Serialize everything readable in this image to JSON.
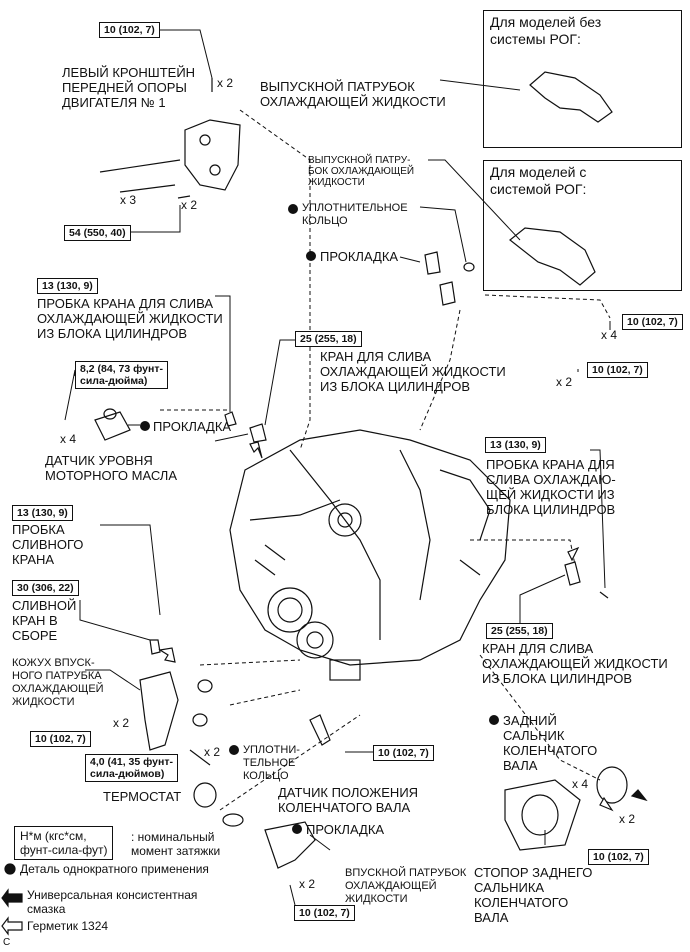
{
  "panels": {
    "without_egr": "Для моделей без\nсистемы РОГ:",
    "with_egr": "Для моделей с\nсистемой РОГ:"
  },
  "labels": {
    "left_bracket": "ЛЕВЫЙ КРОНШТЕЙН\nПЕРЕДНЕЙ ОПОРЫ\nДВИГАТЕЛЯ № 1",
    "outlet_main": "ВЫПУСКНОЙ ПАТРУБОК\nОХЛАЖДАЮЩЕЙ ЖИДКОСТИ",
    "outlet_small": "ВЫПУСКНОЙ ПАТРУ-\nБОК ОХЛАЖДАЮЩЕЙ\nЖИДКОСТИ",
    "o_ring_top": "УПЛОТНИТЕЛЬНОЕ\nКОЛЬЦО",
    "gasket_top": "ПРОКЛАДКА",
    "drain_plug_left": "ПРОБКА КРАНА ДЛЯ СЛИВА\nОХЛАЖДАЮЩЕЙ ЖИДКОСТИ\nИЗ БЛОКА ЦИЛИНДРОВ",
    "drain_cock_center": "КРАН ДЛЯ СЛИВА\nОХЛАЖДАЮЩЕЙ ЖИДКОСТИ\nИЗ БЛОКА ЦИЛИНДРОВ",
    "gasket_oil": "ПРОКЛАДКА",
    "oil_sensor": "ДАТЧИК УРОВНЯ\nМОТОРНОГО МАСЛА",
    "drain_plug_right": "ПРОБКА КРАНА ДЛЯ\nСЛИВА ОХЛАЖДАЮ-\nЩЕЙ ЖИДКОСТИ ИЗ\nБЛОКА ЦИЛИНДРОВ",
    "drain_cock_plug": "ПРОБКА\nСЛИВНОГО\nКРАНА",
    "drain_cock_assy": "СЛИВНОЙ\nКРАН В\nСБОРЕ",
    "drain_cock_right": "КРАН ДЛЯ СЛИВА\nОХЛАЖДАЮЩЕЙ ЖИДКОСТИ\nИЗ БЛОКА ЦИЛИНДРОВ",
    "inlet_housing": "КОЖУХ ВПУСК-\nНОГО ПАТРУБКА\nОХЛАЖДАЮЩЕЙ\nЖИДКОСТИ",
    "o_ring_low": "УПЛОТНИ-\nТЕЛЬНОЕ\nКОЛЬЦО",
    "thermostat": "ТЕРМОСТАТ",
    "crank_sensor": "ДАТЧИК ПОЛОЖЕНИЯ\nКОЛЕНЧАТОГО ВАЛА",
    "rear_seal": "ЗАДНИЙ\nСАЛЬНИК\nКОЛЕНЧАТОГО\nВАЛА",
    "gasket_bottom": "ПРОКЛАДКА",
    "inlet_bottom": "ВПУСКНОЙ ПАТРУБОК\nОХЛАЖДАЮЩЕЙ\nЖИДКОСТИ",
    "seal_retainer": "СТОПОР ЗАДНЕГО\nСАЛЬНИКА\nКОЛЕНЧАТОГО\nВАЛА"
  },
  "torques": {
    "t1": "10 (102, 7)",
    "t2": "54 (550, 40)",
    "t3": "13 (130, 9)",
    "t4": "25 (255, 18)",
    "t5": "8,2 (84, 73 фунт-\nсила-дюйма)",
    "t6": "10 (102, 7)",
    "t7": "10 (102, 7)",
    "t8": "13 (130, 9)",
    "t9": "13 (130, 9)",
    "t10": "30 (306, 22)",
    "t11": "25 (255, 18)",
    "t12": "10 (102, 7)",
    "t13": "4,0 (41, 35 фунт-\nсила-дюймов)",
    "t14": "10 (102, 7)",
    "t15": "10 (102, 7)",
    "t16": "10 (102, 7)"
  },
  "multipliers": {
    "m1": "x 2",
    "m2": "x 3",
    "m3": "x 2",
    "m4": "x 4",
    "m5": "x 2",
    "m6": "x 4",
    "m7": "x 2",
    "m8": "x 2",
    "m9": "x 4",
    "m10": "x 2",
    "m11": "x 2"
  },
  "legend": {
    "unit_box": "Н*м (кгс*см,\nфунт-сила-фут)",
    "unit_text": ": номинальный\nмомент затяжки",
    "non_reusable": "Деталь однократного применения",
    "grease": "Универсальная консистентная\nсмазка",
    "sealant": "Герметик 1324",
    "corner": "C"
  }
}
